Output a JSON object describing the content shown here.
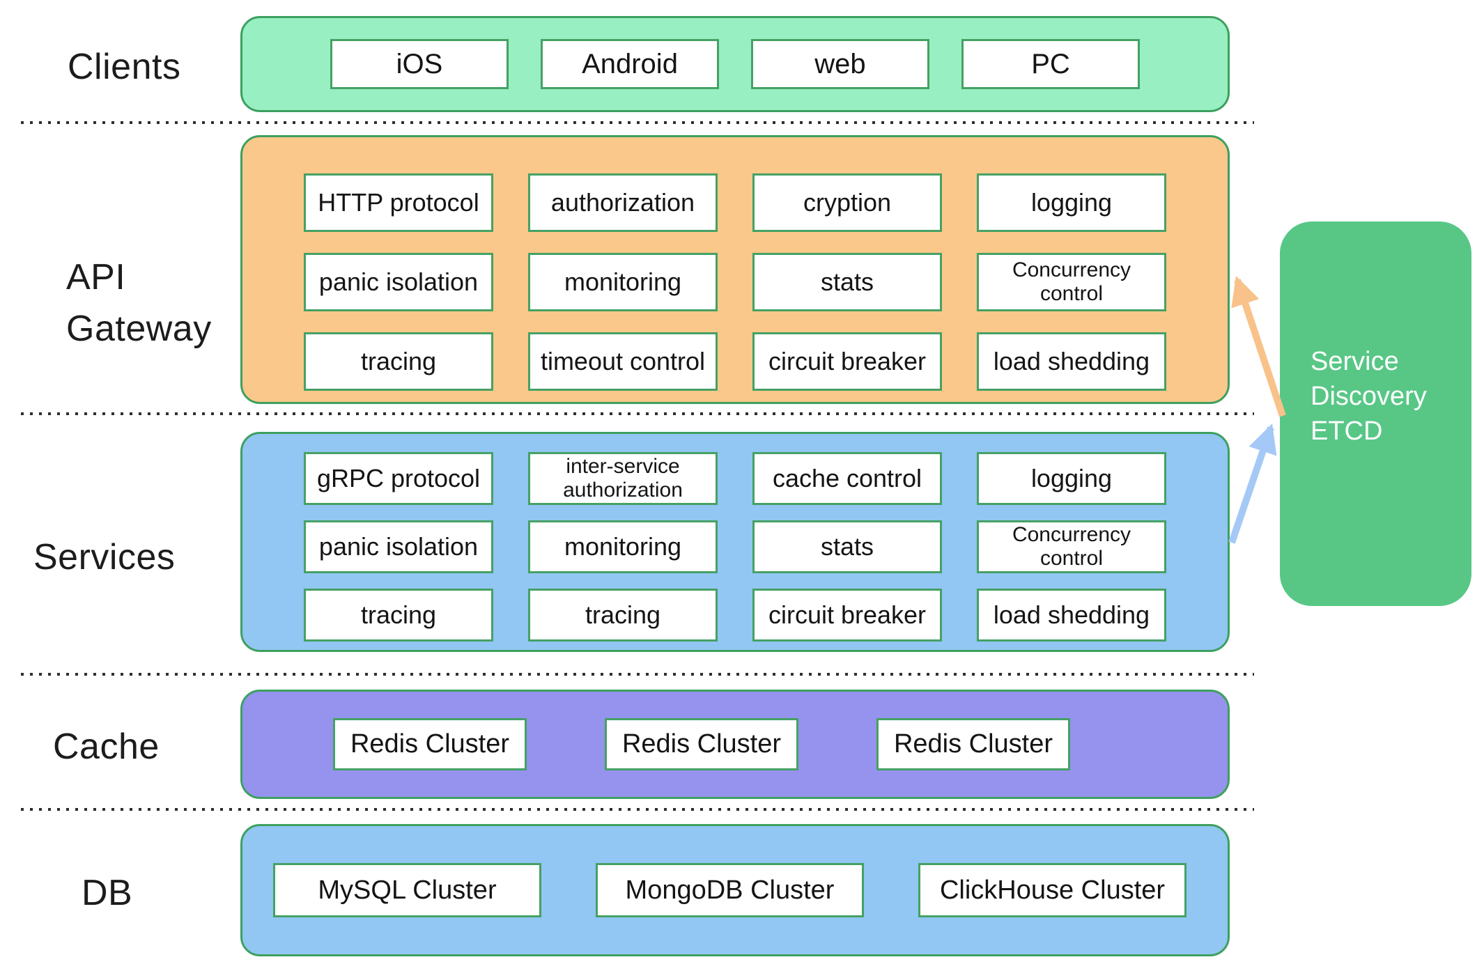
{
  "clients": {
    "label": "Clients",
    "items": [
      "iOS",
      "Android",
      "web",
      "PC"
    ]
  },
  "api_gateway": {
    "label_lines": [
      "API",
      "Gateway"
    ],
    "rows": [
      [
        "HTTP protocol",
        "authorization",
        "cryption",
        "logging"
      ],
      [
        "panic isolation",
        "monitoring",
        "stats",
        "Concurrency control"
      ],
      [
        "tracing",
        "timeout control",
        "circuit breaker",
        "load shedding"
      ]
    ]
  },
  "services": {
    "label": "Services",
    "rows": [
      [
        "gRPC protocol",
        "inter-service authorization",
        "cache control",
        "logging"
      ],
      [
        "panic isolation",
        "monitoring",
        "stats",
        "Concurrency control"
      ],
      [
        "tracing",
        "tracing",
        "circuit breaker",
        "load shedding"
      ]
    ]
  },
  "cache": {
    "label": "Cache",
    "items": [
      "Redis Cluster",
      "Redis Cluster",
      "Redis Cluster"
    ]
  },
  "db": {
    "label": "DB",
    "items": [
      "MySQL Cluster",
      "MongoDB Cluster",
      "ClickHouse Cluster"
    ]
  },
  "etcd": {
    "lines": [
      "Service",
      "Discovery",
      "ETCD"
    ]
  },
  "arrows": [
    {
      "name": "etcd-to-api-gateway",
      "color": "#f8c28a"
    },
    {
      "name": "services-to-etcd",
      "color": "#a5c9f6"
    }
  ],
  "palette": {
    "clients_green": "#98efc2",
    "gateway_orange": "#f9c88a",
    "services_blue": "#92c6f3",
    "cache_purple": "#9593ee",
    "db_blue": "#92c6f3",
    "etcd_green": "#58c786",
    "outline_green": "#3da05f",
    "box_border_green": "#45a164",
    "text_dark": "#1c1c1c",
    "text_white": "#ffffff",
    "separator_dark": "#2e2e2e"
  }
}
